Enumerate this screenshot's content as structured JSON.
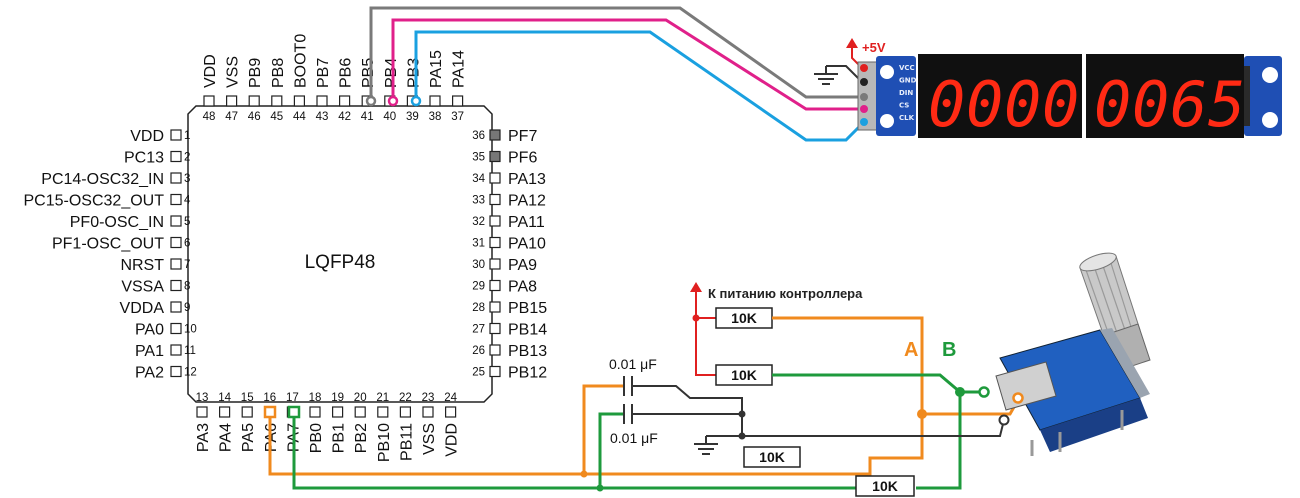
{
  "chip": {
    "name": "LQFP48",
    "top_pins": [
      {
        "num": "48",
        "label": "VDD"
      },
      {
        "num": "47",
        "label": "VSS"
      },
      {
        "num": "46",
        "label": "PB9"
      },
      {
        "num": "45",
        "label": "PB8"
      },
      {
        "num": "44",
        "label": "BOOT0"
      },
      {
        "num": "43",
        "label": "PB7"
      },
      {
        "num": "42",
        "label": "PB6"
      },
      {
        "num": "41",
        "label": "PB5"
      },
      {
        "num": "40",
        "label": "PB4"
      },
      {
        "num": "39",
        "label": "PB3"
      },
      {
        "num": "38",
        "label": "PA15"
      },
      {
        "num": "37",
        "label": "PA14"
      }
    ],
    "left_pins": [
      {
        "num": "1",
        "label": "VDD"
      },
      {
        "num": "2",
        "label": "PC13"
      },
      {
        "num": "3",
        "label": "PC14-OSC32_IN"
      },
      {
        "num": "4",
        "label": "PC15-OSC32_OUT"
      },
      {
        "num": "5",
        "label": "PF0-OSC_IN"
      },
      {
        "num": "6",
        "label": "PF1-OSC_OUT"
      },
      {
        "num": "7",
        "label": "NRST"
      },
      {
        "num": "8",
        "label": "VSSA"
      },
      {
        "num": "9",
        "label": "VDDA"
      },
      {
        "num": "10",
        "label": "PA0"
      },
      {
        "num": "11",
        "label": "PA1"
      },
      {
        "num": "12",
        "label": "PA2"
      }
    ],
    "right_pins": [
      {
        "num": "36",
        "label": "PF7"
      },
      {
        "num": "35",
        "label": "PF6"
      },
      {
        "num": "34",
        "label": "PA13"
      },
      {
        "num": "33",
        "label": "PA12"
      },
      {
        "num": "32",
        "label": "PA11"
      },
      {
        "num": "31",
        "label": "PA10"
      },
      {
        "num": "30",
        "label": "PA9"
      },
      {
        "num": "29",
        "label": "PA8"
      },
      {
        "num": "28",
        "label": "PB15"
      },
      {
        "num": "27",
        "label": "PB14"
      },
      {
        "num": "26",
        "label": "PB13"
      },
      {
        "num": "25",
        "label": "PB12"
      }
    ],
    "bottom_pins": [
      {
        "num": "13",
        "label": "PA3"
      },
      {
        "num": "14",
        "label": "PA4"
      },
      {
        "num": "15",
        "label": "PA5"
      },
      {
        "num": "16",
        "label": "PA6"
      },
      {
        "num": "17",
        "label": "PA7"
      },
      {
        "num": "18",
        "label": "PB0"
      },
      {
        "num": "19",
        "label": "PB1"
      },
      {
        "num": "20",
        "label": "PB2"
      },
      {
        "num": "21",
        "label": "PB10"
      },
      {
        "num": "22",
        "label": "PB11"
      },
      {
        "num": "23",
        "label": "VSS"
      },
      {
        "num": "24",
        "label": "VDD"
      }
    ]
  },
  "display": {
    "digits": "00000065",
    "pin_labels": [
      "VCC",
      "GND",
      "DIN",
      "CS",
      "CLK"
    ],
    "supply_label": "+5V"
  },
  "encoder_circuit": {
    "power_label": "К питанию контроллера",
    "resistor_value": "10K",
    "cap_top": "0.01 μF",
    "cap_bottom": "0.01 μF",
    "channel_a": "A",
    "channel_b": "B"
  },
  "colors": {
    "wire_gray": "#7a7a7a",
    "wire_magenta": "#e0208a",
    "wire_cyan": "#1aa0e0",
    "wire_orange": "#f08a1e",
    "wire_green": "#1e9a3c",
    "power_red": "#e02020",
    "segment_red": "#ff2a14",
    "module_blue": "#1f4fb4"
  }
}
